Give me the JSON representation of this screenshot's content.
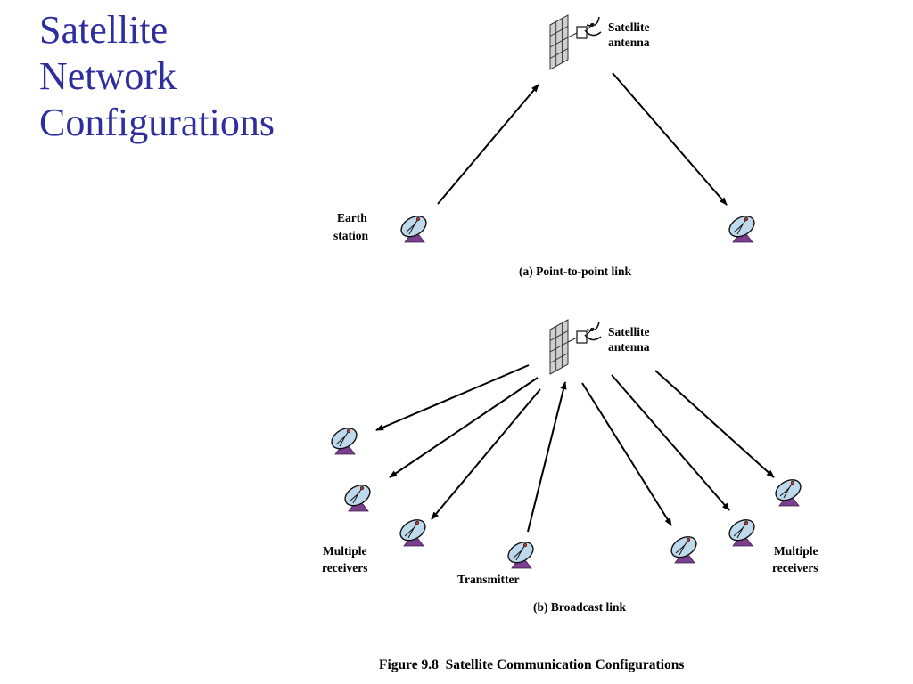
{
  "slide": {
    "title_lines": [
      "Satellite",
      "Network",
      "Configurations"
    ]
  },
  "diagram_a": {
    "satellite_label": [
      "Satellite",
      "antenna"
    ],
    "earth_station_label": [
      "Earth",
      "station"
    ],
    "caption": "(a) Point-to-point link"
  },
  "diagram_b": {
    "satellite_label": [
      "Satellite",
      "antenna"
    ],
    "left_receivers_label": [
      "Multiple",
      "receivers"
    ],
    "transmitter_label": "Transmitter",
    "right_receivers_label": [
      "Multiple",
      "receivers"
    ],
    "caption": "(b) Broadcast link"
  },
  "figure_caption": "Figure 9.8  Satellite Communication Configurations",
  "colors": {
    "title": "#2E2E9E",
    "dish_fill": "#BFD9EC",
    "dish_base": "#7A3F8F",
    "panel_fill": "#CFCFCF"
  },
  "icons": [
    "satellite-icon",
    "satellite-dish-icon",
    "arrow-icon"
  ]
}
